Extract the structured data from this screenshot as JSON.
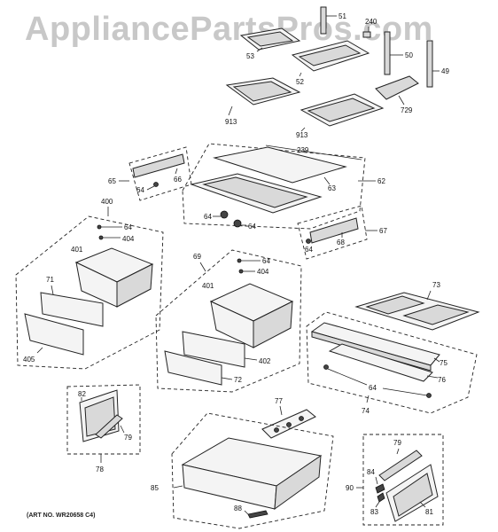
{
  "watermark": "AppliancePartsPros.com",
  "art_number": "(ART NO. WR20658 C4)",
  "callouts": {
    "p51": "51",
    "p240": "240",
    "p53": "53",
    "p50": "50",
    "p52": "52",
    "p49": "49",
    "p913a": "913",
    "p729": "729",
    "p913b": "913",
    "p239": "239",
    "p65": "65",
    "p66": "66",
    "p64a": "64",
    "p63": "63",
    "p62": "62",
    "p64b": "64",
    "p64c": "64",
    "p67": "67",
    "p68": "68",
    "p64d": "64",
    "p400": "400",
    "p64e": "64",
    "p404a": "404",
    "p401a": "401",
    "p71": "71",
    "p405": "405",
    "p69": "69",
    "p64f": "64",
    "p404b": "404",
    "p401b": "401",
    "p402": "402",
    "p72": "72",
    "p73": "73",
    "p75": "75",
    "p76": "76",
    "p64g": "64",
    "p74": "74",
    "p82": "82",
    "p79a": "79",
    "p78": "78",
    "p77": "77",
    "p85": "85",
    "p88": "88",
    "p79b": "79",
    "p84": "84",
    "p90": "90",
    "p83": "83",
    "p81": "81"
  }
}
